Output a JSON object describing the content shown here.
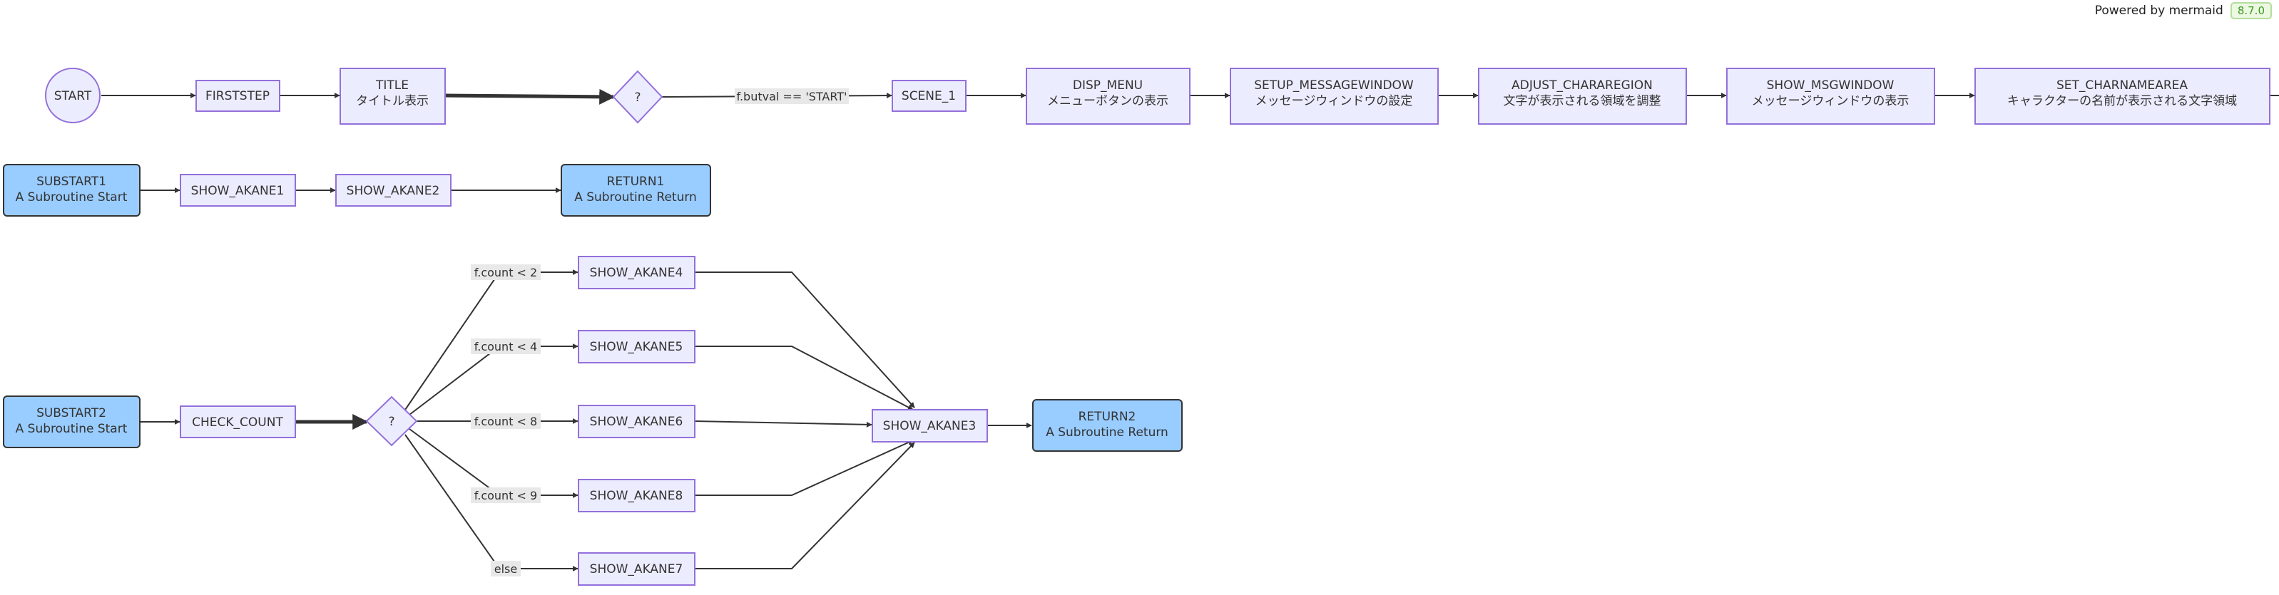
{
  "header": {
    "powered_by": "Powered by mermaid",
    "version": "8.7.0"
  },
  "colors": {
    "node_fill": "#ececff",
    "node_stroke": "#9370db",
    "subroutine_fill": "#99ccff",
    "edge": "#333333"
  },
  "nodes": {
    "start": {
      "text": [
        "START"
      ]
    },
    "firststep": {
      "text": [
        "FIRSTSTEP"
      ]
    },
    "title": {
      "text": [
        "TITLE",
        "タイトル表示"
      ]
    },
    "decision1": {
      "text": [
        "?"
      ]
    },
    "scene1": {
      "text": [
        "SCENE_1"
      ]
    },
    "disp_menu": {
      "text": [
        "DISP_MENU",
        "メニューボタンの表示"
      ]
    },
    "setup_messagewindow": {
      "text": [
        "SETUP_MESSAGEWINDOW",
        "メッセージウィンドウの設定"
      ]
    },
    "adjust_chararegion": {
      "text": [
        "ADJUST_CHARAREGION",
        "文字が表示される領域を調整"
      ]
    },
    "show_msgwindow": {
      "text": [
        "SHOW_MSGWINDOW",
        "メッセージウィンドウの表示"
      ]
    },
    "set_charnamearea": {
      "text": [
        "SET_CHARNAMEAREA",
        "キャラクターの名前が表示される文字領域"
      ]
    },
    "substart1": {
      "text": [
        "SUBSTART1",
        "A Subroutine Start"
      ]
    },
    "show_akane1": {
      "text": [
        "SHOW_AKANE1"
      ]
    },
    "show_akane2": {
      "text": [
        "SHOW_AKANE2"
      ]
    },
    "return1": {
      "text": [
        "RETURN1",
        "A Subroutine Return"
      ]
    },
    "substart2": {
      "text": [
        "SUBSTART2",
        "A Subroutine Start"
      ]
    },
    "check_count": {
      "text": [
        "CHECK_COUNT"
      ]
    },
    "decision2": {
      "text": [
        "?"
      ]
    },
    "show_akane4": {
      "text": [
        "SHOW_AKANE4"
      ]
    },
    "show_akane5": {
      "text": [
        "SHOW_AKANE5"
      ]
    },
    "show_akane6": {
      "text": [
        "SHOW_AKANE6"
      ]
    },
    "show_akane8": {
      "text": [
        "SHOW_AKANE8"
      ]
    },
    "show_akane7": {
      "text": [
        "SHOW_AKANE7"
      ]
    },
    "show_akane3": {
      "text": [
        "SHOW_AKANE3"
      ]
    },
    "return2": {
      "text": [
        "RETURN2",
        "A Subroutine Return"
      ]
    }
  },
  "edge_labels": {
    "butval": "f.butval == 'START'",
    "count2": "f.count < 2",
    "count4": "f.count < 4",
    "count8": "f.count < 8",
    "count9": "f.count < 9",
    "else": "else"
  }
}
